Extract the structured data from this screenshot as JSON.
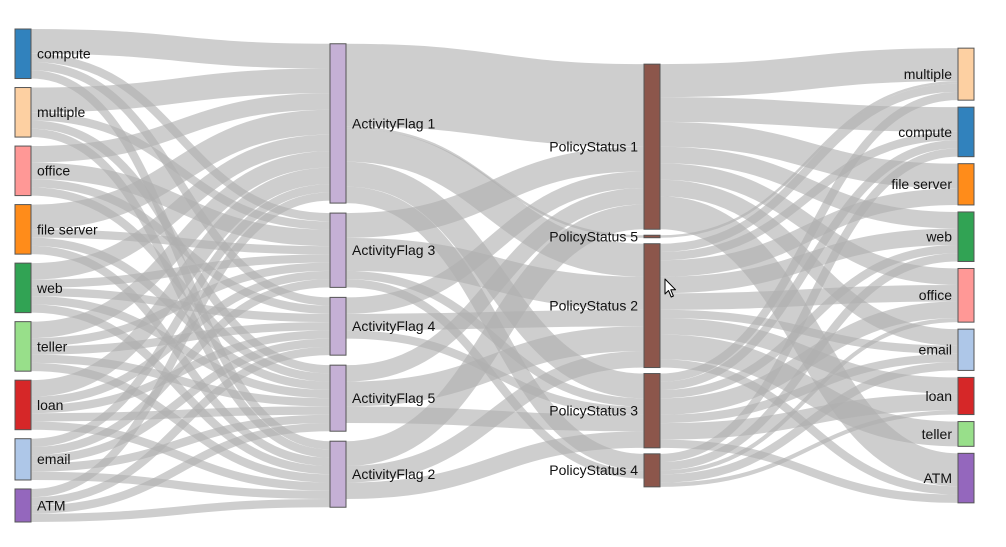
{
  "diagram": {
    "type": "sankey",
    "columns": [
      {
        "id": "source-types",
        "nodes": [
          {
            "id": "L_compute",
            "label": "compute",
            "color": "#3182bd"
          },
          {
            "id": "L_multiple",
            "label": "multiple",
            "color": "#fdd0a2"
          },
          {
            "id": "L_office",
            "label": "office",
            "color": "#ff9896"
          },
          {
            "id": "L_fileserver",
            "label": "file server",
            "color": "#ff8c1a"
          },
          {
            "id": "L_web",
            "label": "web",
            "color": "#31a354"
          },
          {
            "id": "L_teller",
            "label": "teller",
            "color": "#98df8a"
          },
          {
            "id": "L_loan",
            "label": "loan",
            "color": "#d62728"
          },
          {
            "id": "L_email",
            "label": "email",
            "color": "#aec7e8"
          },
          {
            "id": "L_ATM",
            "label": "ATM",
            "color": "#9467bd"
          }
        ]
      },
      {
        "id": "activity-flags",
        "nodes": [
          {
            "id": "AF1",
            "label": "ActivityFlag 1",
            "color": "#c5b0d5"
          },
          {
            "id": "AF3",
            "label": "ActivityFlag 3",
            "color": "#c5b0d5"
          },
          {
            "id": "AF4",
            "label": "ActivityFlag 4",
            "color": "#c5b0d5"
          },
          {
            "id": "AF5",
            "label": "ActivityFlag 5",
            "color": "#c5b0d5"
          },
          {
            "id": "AF2",
            "label": "ActivityFlag 2",
            "color": "#c5b0d5"
          }
        ]
      },
      {
        "id": "policy-status",
        "nodes": [
          {
            "id": "PS1",
            "label": "PolicyStatus 1",
            "color": "#8c564b"
          },
          {
            "id": "PS5",
            "label": "PolicyStatus 5",
            "color": "#8c564b"
          },
          {
            "id": "PS2",
            "label": "PolicyStatus 2",
            "color": "#8c564b"
          },
          {
            "id": "PS3",
            "label": "PolicyStatus 3",
            "color": "#8c564b"
          },
          {
            "id": "PS4",
            "label": "PolicyStatus 4",
            "color": "#8c564b"
          }
        ]
      },
      {
        "id": "target-types",
        "nodes": [
          {
            "id": "R_multiple",
            "label": "multiple",
            "color": "#fdd0a2"
          },
          {
            "id": "R_compute",
            "label": "compute",
            "color": "#3182bd"
          },
          {
            "id": "R_fileserver",
            "label": "file server",
            "color": "#ff8c1a"
          },
          {
            "id": "R_web",
            "label": "web",
            "color": "#31a354"
          },
          {
            "id": "R_office",
            "label": "office",
            "color": "#ff9896"
          },
          {
            "id": "R_email",
            "label": "email",
            "color": "#aec7e8"
          },
          {
            "id": "R_loan",
            "label": "loan",
            "color": "#d62728"
          },
          {
            "id": "R_teller",
            "label": "teller",
            "color": "#98df8a"
          },
          {
            "id": "R_ATM",
            "label": "ATM",
            "color": "#9467bd"
          }
        ]
      }
    ],
    "link_color": "#b0b0b0",
    "links": [
      {
        "source": "L_compute",
        "target": "AF1",
        "value": 3
      },
      {
        "source": "L_compute",
        "target": "AF3",
        "value": 1
      },
      {
        "source": "L_compute",
        "target": "AF4",
        "value": 1
      },
      {
        "source": "L_compute",
        "target": "AF2",
        "value": 1
      },
      {
        "source": "L_multiple",
        "target": "AF1",
        "value": 3
      },
      {
        "source": "L_multiple",
        "target": "AF3",
        "value": 1
      },
      {
        "source": "L_multiple",
        "target": "AF5",
        "value": 1
      },
      {
        "source": "L_multiple",
        "target": "AF2",
        "value": 1
      },
      {
        "source": "L_office",
        "target": "AF1",
        "value": 2
      },
      {
        "source": "L_office",
        "target": "AF3",
        "value": 2
      },
      {
        "source": "L_office",
        "target": "AF4",
        "value": 1
      },
      {
        "source": "L_office",
        "target": "AF5",
        "value": 1
      },
      {
        "source": "L_fileserver",
        "target": "AF1",
        "value": 3
      },
      {
        "source": "L_fileserver",
        "target": "AF3",
        "value": 1
      },
      {
        "source": "L_fileserver",
        "target": "AF5",
        "value": 1
      },
      {
        "source": "L_fileserver",
        "target": "AF2",
        "value": 1
      },
      {
        "source": "L_web",
        "target": "AF1",
        "value": 2
      },
      {
        "source": "L_web",
        "target": "AF3",
        "value": 1
      },
      {
        "source": "L_web",
        "target": "AF4",
        "value": 1
      },
      {
        "source": "L_web",
        "target": "AF5",
        "value": 1
      },
      {
        "source": "L_web",
        "target": "AF2",
        "value": 1
      },
      {
        "source": "L_teller",
        "target": "AF1",
        "value": 2
      },
      {
        "source": "L_teller",
        "target": "AF3",
        "value": 1
      },
      {
        "source": "L_teller",
        "target": "AF4",
        "value": 1
      },
      {
        "source": "L_teller",
        "target": "AF5",
        "value": 1
      },
      {
        "source": "L_teller",
        "target": "AF2",
        "value": 1
      },
      {
        "source": "L_loan",
        "target": "AF1",
        "value": 2
      },
      {
        "source": "L_loan",
        "target": "AF3",
        "value": 1
      },
      {
        "source": "L_loan",
        "target": "AF4",
        "value": 1
      },
      {
        "source": "L_loan",
        "target": "AF5",
        "value": 1
      },
      {
        "source": "L_loan",
        "target": "AF2",
        "value": 1
      },
      {
        "source": "L_email",
        "target": "AF1",
        "value": 1
      },
      {
        "source": "L_email",
        "target": "AF3",
        "value": 1
      },
      {
        "source": "L_email",
        "target": "AF4",
        "value": 1
      },
      {
        "source": "L_email",
        "target": "AF5",
        "value": 1
      },
      {
        "source": "L_email",
        "target": "AF2",
        "value": 1
      },
      {
        "source": "L_ATM",
        "target": "AF1",
        "value": 1
      },
      {
        "source": "L_ATM",
        "target": "AF4",
        "value": 1
      },
      {
        "source": "L_ATM",
        "target": "AF5",
        "value": 1
      },
      {
        "source": "L_ATM",
        "target": "AF2",
        "value": 1
      },
      {
        "source": "AF1",
        "target": "PS1",
        "value": 10
      },
      {
        "source": "AF1",
        "target": "PS5",
        "value": 0.3
      },
      {
        "source": "AF1",
        "target": "PS2",
        "value": 4
      },
      {
        "source": "AF1",
        "target": "PS3",
        "value": 3
      },
      {
        "source": "AF1",
        "target": "PS4",
        "value": 2
      },
      {
        "source": "AF3",
        "target": "PS1",
        "value": 3
      },
      {
        "source": "AF3",
        "target": "PS2",
        "value": 4
      },
      {
        "source": "AF3",
        "target": "PS3",
        "value": 1
      },
      {
        "source": "AF3",
        "target": "PS4",
        "value": 1
      },
      {
        "source": "AF4",
        "target": "PS1",
        "value": 2
      },
      {
        "source": "AF4",
        "target": "PS2",
        "value": 2
      },
      {
        "source": "AF4",
        "target": "PS3",
        "value": 1
      },
      {
        "source": "AF5",
        "target": "PS1",
        "value": 2
      },
      {
        "source": "AF5",
        "target": "PS2",
        "value": 3
      },
      {
        "source": "AF5",
        "target": "PS3",
        "value": 2
      },
      {
        "source": "AF2",
        "target": "PS1",
        "value": 3
      },
      {
        "source": "AF2",
        "target": "PS2",
        "value": 2
      },
      {
        "source": "AF2",
        "target": "PS3",
        "value": 2
      },
      {
        "source": "PS1",
        "target": "R_multiple",
        "value": 4
      },
      {
        "source": "PS1",
        "target": "R_compute",
        "value": 3
      },
      {
        "source": "PS1",
        "target": "R_fileserver",
        "value": 3
      },
      {
        "source": "PS1",
        "target": "R_web",
        "value": 2
      },
      {
        "source": "PS1",
        "target": "R_office",
        "value": 2
      },
      {
        "source": "PS1",
        "target": "R_email",
        "value": 2
      },
      {
        "source": "PS1",
        "target": "R_ATM",
        "value": 4
      },
      {
        "source": "PS5",
        "target": "R_multiple",
        "value": 0.3
      },
      {
        "source": "PS2",
        "target": "R_multiple",
        "value": 1
      },
      {
        "source": "PS2",
        "target": "R_compute",
        "value": 1
      },
      {
        "source": "PS2",
        "target": "R_fileserver",
        "value": 2
      },
      {
        "source": "PS2",
        "target": "R_web",
        "value": 2
      },
      {
        "source": "PS2",
        "target": "R_office",
        "value": 2
      },
      {
        "source": "PS2",
        "target": "R_email",
        "value": 1
      },
      {
        "source": "PS2",
        "target": "R_loan",
        "value": 2
      },
      {
        "source": "PS2",
        "target": "R_teller",
        "value": 3
      },
      {
        "source": "PS2",
        "target": "R_ATM",
        "value": 1
      },
      {
        "source": "PS3",
        "target": "R_multiple",
        "value": 1
      },
      {
        "source": "PS3",
        "target": "R_compute",
        "value": 1
      },
      {
        "source": "PS3",
        "target": "R_web",
        "value": 1
      },
      {
        "source": "PS3",
        "target": "R_office",
        "value": 2
      },
      {
        "source": "PS3",
        "target": "R_email",
        "value": 1
      },
      {
        "source": "PS3",
        "target": "R_loan",
        "value": 2
      },
      {
        "source": "PS3",
        "target": "R_ATM",
        "value": 1
      },
      {
        "source": "PS4",
        "target": "R_compute",
        "value": 1
      },
      {
        "source": "PS4",
        "target": "R_web",
        "value": 1
      },
      {
        "source": "PS4",
        "target": "R_office",
        "value": 0.5
      },
      {
        "source": "PS4",
        "target": "R_email",
        "value": 1
      },
      {
        "source": "PS4",
        "target": "R_loan",
        "value": 0.5
      }
    ]
  }
}
